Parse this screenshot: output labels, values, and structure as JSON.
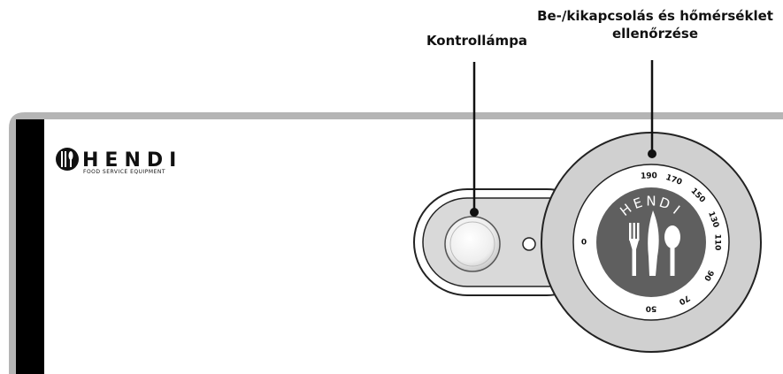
{
  "callouts": {
    "indicator_lamp": "Kontrollámpa",
    "power_temp_line1": "Be-/kikapcsolás és hőmérséklet",
    "power_temp_line2": "ellenőrzése"
  },
  "brand": {
    "name": "HENDI",
    "tagline": "FOOD SERVICE EQUIPMENT",
    "dial_text": "HENDI"
  },
  "dial_scale": [
    "0",
    "50",
    "70",
    "90",
    "110",
    "130",
    "150",
    "170",
    "190"
  ],
  "colors": {
    "panel_top_stripe": "#b5b5b5",
    "left_bar": "#000000",
    "dial_ring": "#d0d0d0",
    "dial_logo_disk": "#5f5f5f"
  }
}
